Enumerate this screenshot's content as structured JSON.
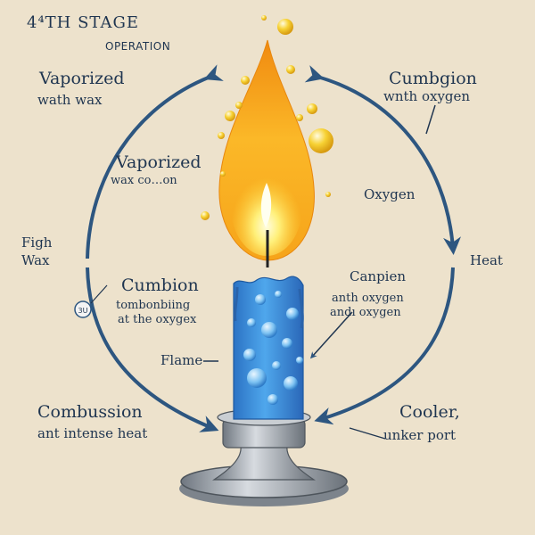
{
  "title": {
    "line1": "4⁴TH  STAGE",
    "line2": "OPERATION"
  },
  "labels": {
    "vaporized_top": "Vaporized",
    "vaporized_top_sub": "wath wax",
    "vaporized_mid": "Vaporized",
    "vaporized_mid_sub": "wax co…on",
    "figh": "Figh",
    "wax": "Wax",
    "cumbion": "Cumbion",
    "cumbion_sub1": "tombonbiing",
    "cumbion_sub2": "at the oxygex",
    "flame": "Flame",
    "combussion": "Combussion",
    "combussion_sub": "ant intense heat",
    "cumbgion": "Cumbgion",
    "cumbgion_sub": "wnth oxygen",
    "oxygen": "Oxygen",
    "heat": "Heat",
    "canpien": "Canpien",
    "canpien_sub1": "anth oxygen",
    "canpien_sub2": "andı oxygen",
    "cooler": "Cooler,",
    "cooler_sub": "unker port",
    "badge": "3U"
  },
  "colors": {
    "background": "#ede2cc",
    "text": "#1f3550",
    "arrow": "#2d5680",
    "candle": "#3a86d0",
    "flame_outer": "#f7a11c",
    "flame_inner": "#ffe35a",
    "holder": "#9ea4ab"
  }
}
